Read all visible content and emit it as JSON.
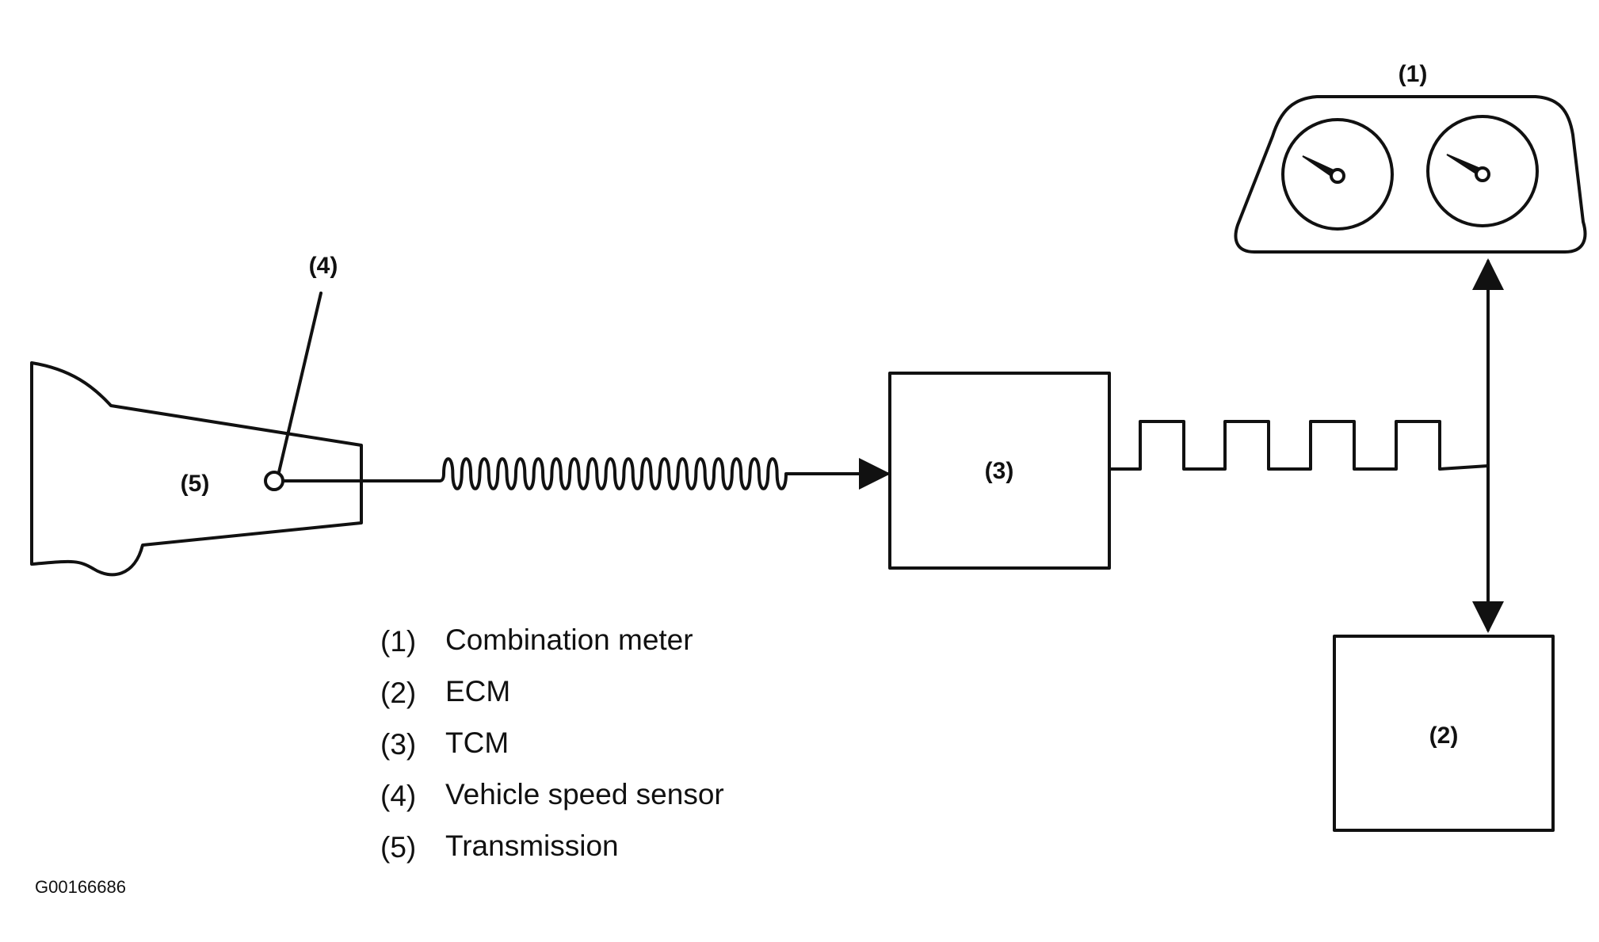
{
  "callouts": {
    "meter": "(1)",
    "ecm": "(2)",
    "tcm": "(3)",
    "sensor": "(4)",
    "transmission": "(5)"
  },
  "legend": [
    {
      "num": "(1)",
      "text": "Combination meter"
    },
    {
      "num": "(2)",
      "text": "ECM"
    },
    {
      "num": "(3)",
      "text": "TCM"
    },
    {
      "num": "(4)",
      "text": "Vehicle speed sensor"
    },
    {
      "num": "(5)",
      "text": "Transmission"
    }
  ],
  "figure_ref": "G00166686"
}
